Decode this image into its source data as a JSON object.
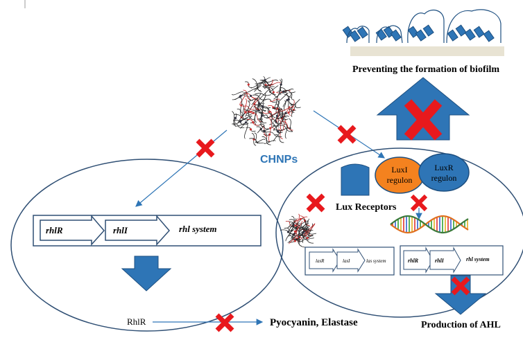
{
  "labels": {
    "biofilm": "Preventing  the formation  of biofilm",
    "chnps": "CHNPs",
    "luxi": [
      "LuxI",
      "regulon"
    ],
    "luxr": [
      "LuxR",
      "regulon"
    ],
    "lux_receptors": "Lux Receptors",
    "rhlr": "rhlR",
    "rhli": "rhlI",
    "rhl_system": "rhl system",
    "lasr": "lasR",
    "lasi": "lasI",
    "las_system": "las system",
    "rhlr_small": "rhlR",
    "rhli_small": "rhlI",
    "rhl_system_small": "rhl system",
    "rhlr_bottom": "RhlR",
    "pyocyanin": "Pyocyanin, Elastase",
    "ahl": "Production of AHL"
  },
  "colors": {
    "blue_arrow": "#2e75b6",
    "chnps_text": "#2e75b6",
    "luxi_fill": "#f4821f",
    "luxr_fill": "#2e75b6",
    "red_cross": "#e8191d",
    "cell_outline": "#2f4f74",
    "surface": "#e8e3d3"
  },
  "icons": [
    "nanoparticle-icon",
    "red-cross-icon",
    "dna-helix-icon",
    "bacteria-icon",
    "receptor-cylinder-icon"
  ]
}
